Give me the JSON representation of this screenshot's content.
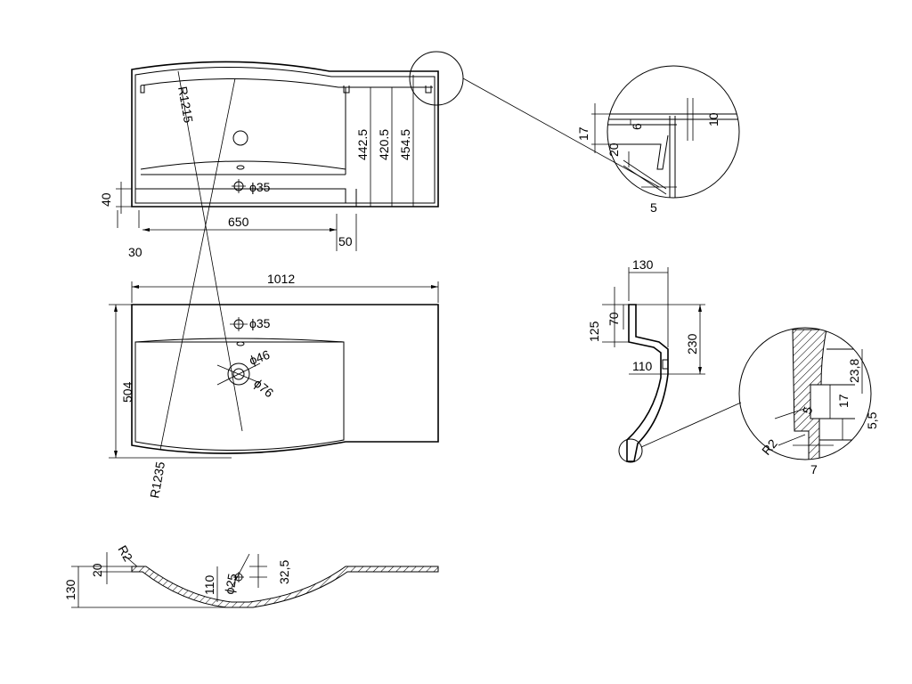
{
  "top_view": {
    "r_inner": "R1215",
    "dia_hole": "ϕ35",
    "dim_442": "442.5",
    "dim_420": "420.5",
    "dim_454": "454.5",
    "dim_40": "40",
    "dim_30": "30",
    "dim_650": "650",
    "dim_50": "50"
  },
  "plan_view": {
    "width": "1012",
    "depth": "504",
    "radius": "R1235",
    "tap_hole": "ϕ35",
    "drain_inner": "ϕ46",
    "drain_outer": "ϕ76"
  },
  "detail_top": {
    "dim_17": "17",
    "dim_6": "6",
    "dim_10": "10",
    "dim_20": "20",
    "dim_5": "5"
  },
  "side_section": {
    "dim_130": "130",
    "dim_125": "125",
    "dim_70": "70",
    "dim_230": "230",
    "dim_110": "110"
  },
  "detail_side": {
    "dim_23_8": "23,8",
    "dim_17": "17",
    "dim_5": "5",
    "dim_5_5": "5,5",
    "r2": "R2",
    "dim_7": "7"
  },
  "front_section": {
    "r2": "R2",
    "dim_130": "130",
    "dim_20": "20",
    "dim_110": "110",
    "dia_25": "ϕ25",
    "dim_32_5": "32,5"
  }
}
